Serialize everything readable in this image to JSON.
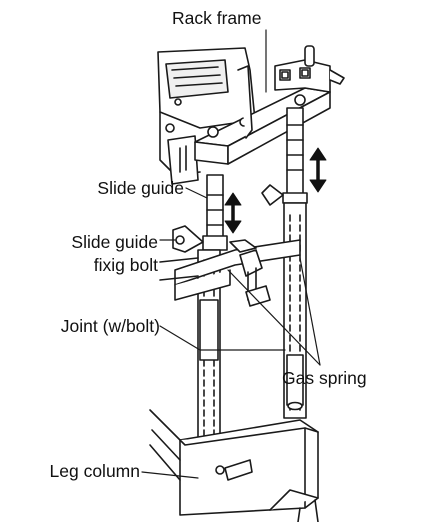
{
  "labels": {
    "rack_frame": "Rack frame",
    "slide_guide": "Slide guide",
    "slide_guide_fixing_bolt_line1": "Slide guide",
    "slide_guide_fixing_bolt_line2": "fixig bolt",
    "joint": "Joint (w/bolt)",
    "gas_spring": "Gas spring",
    "leg_column": "Leg column"
  }
}
